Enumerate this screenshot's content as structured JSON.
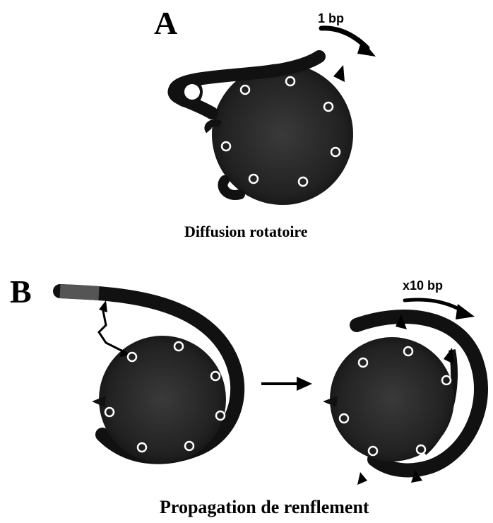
{
  "panel_a": {
    "letter": "A",
    "step_label": "1 bp",
    "caption": "Diffusion rotatoire"
  },
  "panel_b": {
    "letter": "B",
    "step_label": "x10 bp",
    "caption": "Propagation de renflement"
  },
  "colors": {
    "ink": "#000000",
    "core_fill": "#1a1a1a",
    "site_marker": "#ffffff"
  }
}
